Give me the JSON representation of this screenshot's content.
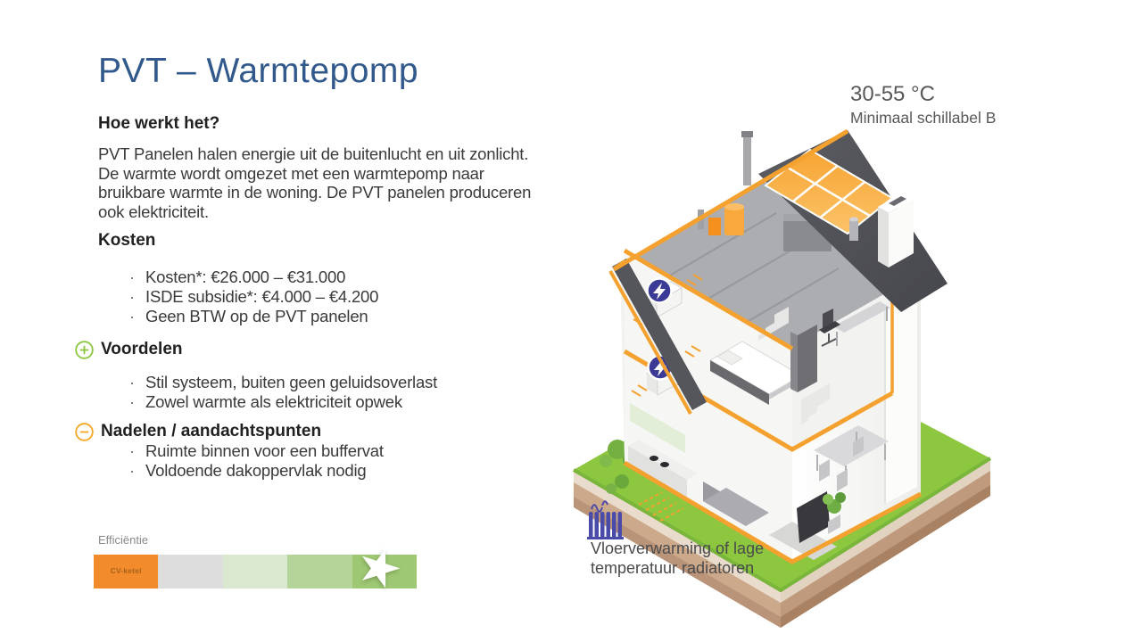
{
  "slide": {
    "title": "PVT – Warmtepomp",
    "bullet_char": "·",
    "how": {
      "heading": "Hoe werkt het?",
      "body_lines": [
        "PVT Panelen halen energie uit de buitenlucht en uit zonlicht.",
        "De warmte wordt omgezet met een warmtepomp naar",
        "bruikbare warmte in de woning. De PVT panelen produceren",
        "ook elektriciteit."
      ]
    },
    "costs": {
      "heading": "Kosten",
      "bullets": [
        "Kosten*: €26.000 – €31.000",
        "ISDE subsidie*: €4.000 – €4.200",
        "Geen BTW op de PVT panelen"
      ]
    },
    "pros": {
      "heading": "Voordelen",
      "icon": "plus-circle-icon",
      "bullets": [
        "Stil systeem, buiten geen geluidsoverlast",
        "Zowel warmte als elektriciteit opwek"
      ]
    },
    "cons": {
      "heading": "Nadelen / aandachtspunten",
      "icon": "minus-circle-icon",
      "bullets": [
        "Ruimte binnen voor een buffervat",
        "Voldoende dakoppervlak nodig"
      ]
    },
    "callout": {
      "temperature": "30-55 °C",
      "label": "Minimaal schillabel B"
    },
    "efficiency": {
      "label": "Efficiëntie",
      "first_segment_label": "CV-ketel",
      "segment_colors": [
        "#F28B2B",
        "#DCDDDC",
        "#D9E8CF",
        "#B5D49A",
        "#9EC873"
      ],
      "star_icon": "star-icon",
      "star_char": "★"
    },
    "heating": {
      "icon": "radiator-icon",
      "caption_line1": "Vloerverwarming of lage",
      "caption_line2": "temperatuur radiatoren"
    },
    "colors": {
      "title_blue": "#31598C",
      "accent_orange": "#F5A12F",
      "pros_green": "#8CC63F",
      "cons_orange": "#F5A623",
      "badge_purple": "#3B3B97",
      "radiator_purple": "#4A4AA8",
      "roof_dark": "#505156",
      "grass_green": "#8DC63F"
    }
  }
}
